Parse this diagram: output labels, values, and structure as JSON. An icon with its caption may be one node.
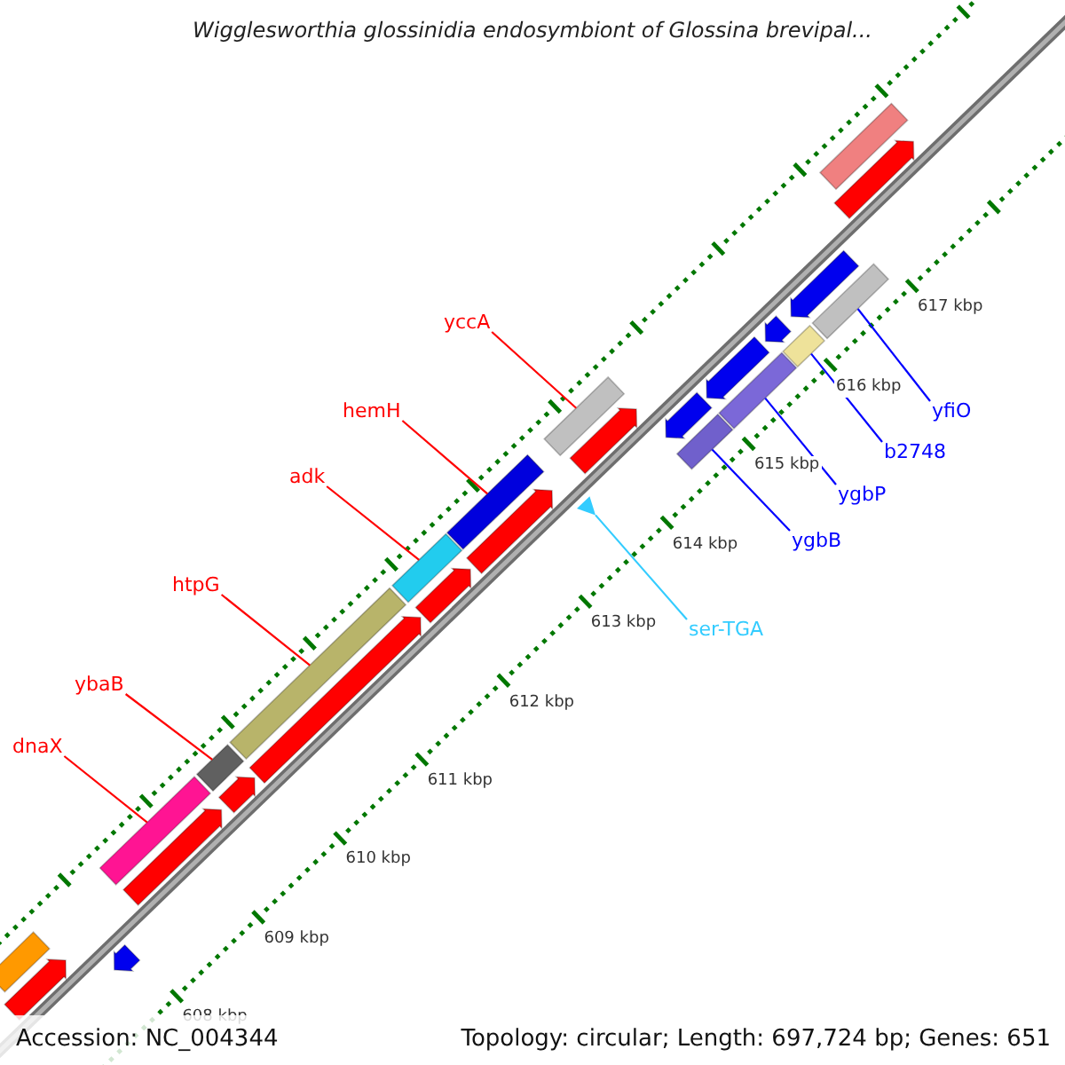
{
  "diagram": {
    "title": "Wigglesworthia glossinidia endosymbiont of Glossina brevipal...",
    "nodes": [
      {
        "text": [
          "yccA"
        ]
      },
      {
        "text": [
          "hemH"
        ]
      },
      {
        "text": [
          "adk"
        ]
      },
      {
        "text": [
          "htpG"
        ]
      },
      {
        "text": [
          "ybaB"
        ]
      },
      {
        "text": [
          "dnaX"
        ]
      },
      {
        "text": [
          "ser-TGA"
        ]
      },
      {
        "text": [
          "ygbB"
        ]
      },
      {
        "text": [
          "ygbP"
        ]
      },
      {
        "text": [
          "b2748"
        ]
      },
      {
        "text": [
          "yfiO"
        ]
      },
      {
        "text": [],
        "shape": "bar"
      },
      {
        "text": [],
        "shape": "bar"
      },
      {
        "text": [],
        "shape": "bar"
      },
      {
        "text": [],
        "shape": "bar"
      },
      {
        "text": [],
        "shape": "bar"
      },
      {
        "text": [],
        "shape": "bar"
      },
      {
        "text": [],
        "shape": "triangle"
      },
      {
        "text": [],
        "shape": "bar"
      },
      {
        "text": [],
        "shape": "bar"
      },
      {
        "text": [],
        "shape": "bar"
      },
      {
        "text": [],
        "shape": "bar"
      },
      {
        "text": [],
        "shape": "pentagon"
      },
      {
        "text": [],
        "shape": "pentagon"
      },
      {
        "text": [],
        "shape": "pentagon"
      },
      {
        "text": [],
        "shape": "pentagon"
      },
      {
        "text": [],
        "shape": "pentagon"
      },
      {
        "text": [],
        "shape": "pentagon"
      },
      {
        "text": [],
        "shape": "pentagon"
      },
      {
        "text": [],
        "shape": "pentagon"
      },
      {
        "text": [],
        "shape": "bar"
      },
      {
        "text": [],
        "shape": "bar"
      },
      {
        "text": [],
        "shape": "pentagon"
      },
      {
        "text": [],
        "shape": "pentagon"
      },
      {
        "text": [],
        "shape": "pentagon"
      },
      {
        "text": [],
        "shape": "pentagon"
      },
      {
        "text": [],
        "shape": "pentagon"
      }
    ],
    "edges": [
      {
        "from": 0,
        "to": 11,
        "arrow": "none"
      },
      {
        "from": 1,
        "to": 12,
        "arrow": "none"
      },
      {
        "from": 2,
        "to": 13,
        "arrow": "none"
      },
      {
        "from": 3,
        "to": 14,
        "arrow": "none"
      },
      {
        "from": 4,
        "to": 15,
        "arrow": "none"
      },
      {
        "from": 5,
        "to": 16,
        "arrow": "none"
      },
      {
        "from": 6,
        "to": 17,
        "arrow": "none",
        "color": "#33ccff"
      },
      {
        "from": 7,
        "to": 18,
        "arrow": "none",
        "color": "#0000ff"
      },
      {
        "from": 8,
        "to": 19,
        "arrow": "none",
        "color": "#0000ff"
      },
      {
        "from": 9,
        "to": 20,
        "arrow": "none",
        "color": "#0000ff"
      },
      {
        "from": 10,
        "to": 21,
        "arrow": "none",
        "color": "#0000ff"
      }
    ],
    "labels": [
      "617 kbp",
      "616 kbp",
      "615 kbp",
      "614 kbp",
      "613 kbp",
      "612 kbp",
      "611 kbp",
      "610 kbp",
      "609 kbp",
      "608 kbp",
      "Accession: NC_004344",
      "Topology: circular; Length: 697,724 bp; Genes: 651"
    ]
  }
}
